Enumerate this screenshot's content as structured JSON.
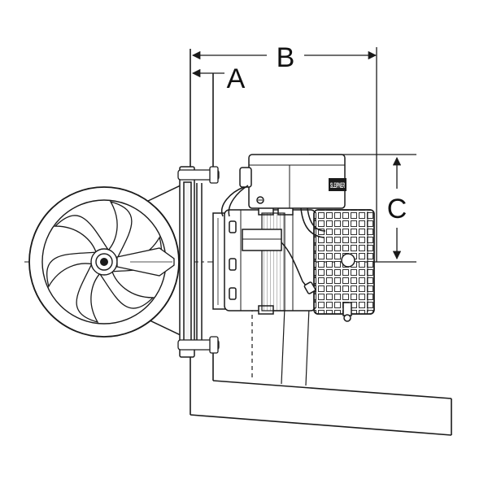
{
  "dimensions": {
    "a": "A",
    "b": "B",
    "c": "C"
  },
  "motor": {
    "badge_text": "SLEIPNER"
  },
  "colors": {
    "line": "#1a1a1a",
    "background": "#ffffff",
    "shade": "#eeeeee"
  }
}
